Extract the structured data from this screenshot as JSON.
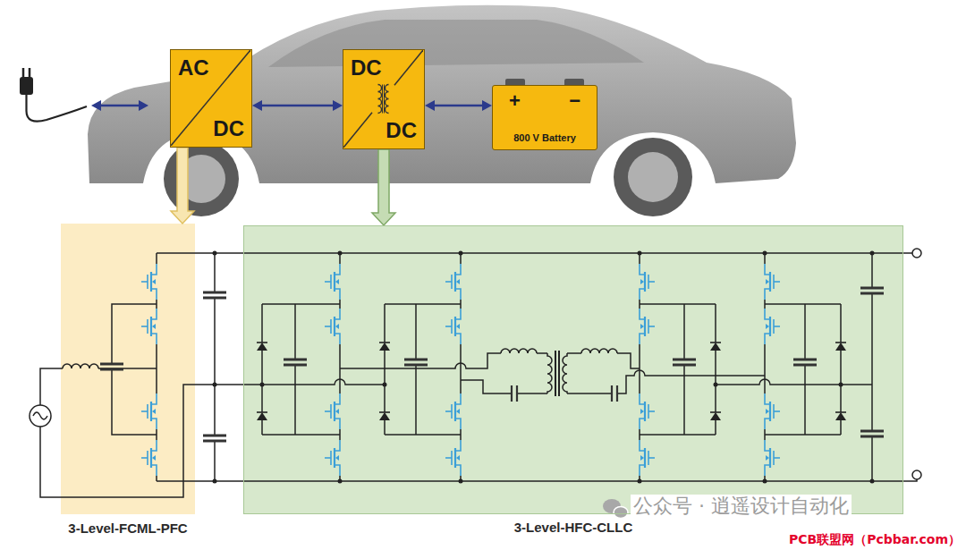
{
  "diagram": {
    "nodes": [
      {
        "text": [
          "AC",
          "DC"
        ]
      },
      {
        "text": [
          "DC",
          "DC"
        ]
      },
      {
        "text": [
          "+",
          "−",
          "800 V Battery"
        ]
      },
      {
        "text": [
          "3-Level-FCML-PFC"
        ]
      },
      {
        "text": [
          "3-Level-HFC-CLLC"
        ]
      }
    ],
    "edges": [
      {
        "from": 0,
        "to": 1,
        "arrow": "both"
      },
      {
        "from": 1,
        "to": 2,
        "arrow": "both"
      },
      {
        "from": 0,
        "to": 3,
        "arrow": "to"
      },
      {
        "from": 1,
        "to": 4,
        "arrow": "to"
      }
    ],
    "labels": [
      "公众号 · 逍遥设计自动化",
      "PCB联盟网（Pcbbar.com）"
    ]
  }
}
